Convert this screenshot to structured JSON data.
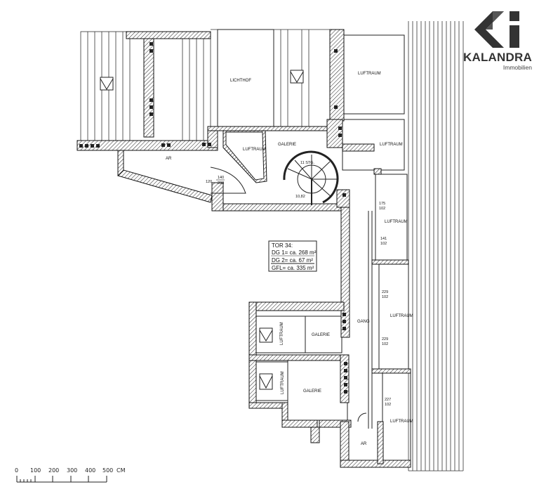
{
  "brand": {
    "name": "KALANDRA",
    "subtitle": "Immobilien",
    "color": "#333333"
  },
  "rooms": {
    "lichthof": "LICHTHOF",
    "luftraum_top": "LUFTRAUM",
    "ar_left": "AR",
    "luftraum_center": "LUFTRAUM",
    "galerie_top": "GALERIE",
    "luftraum_r1": "LUFTRAUM",
    "luftraum_r2": "LUFTRAUM",
    "luftraum_r3": "LUFTRAUM",
    "luftraum_r4": "LUFTRAUM",
    "gang": "GANG",
    "luftraum_l1": "LUFTRAUM",
    "galerie_mid": "GALERIE",
    "luftraum_l2": "LUFTRAUM",
    "galerie_low": "GALERIE",
    "ar_bottom": "AR"
  },
  "stair": {
    "label": "11 STG.",
    "level": "10,82"
  },
  "door_dims": {
    "width": "120",
    "opening": "140",
    "height": "200"
  },
  "window_dims": [
    {
      "w": "175",
      "h": "102"
    },
    {
      "w": "141",
      "h": "102"
    },
    {
      "w": "229",
      "h": "102"
    },
    {
      "w": "229",
      "h": "102"
    },
    {
      "w": "227",
      "h": "102"
    }
  ],
  "area_box": {
    "title": "TOR 34:",
    "rows": [
      "DG 1= ca. 268 m²",
      "DG 2=   ca. 67 m²",
      "GFL= ca. 335 m²"
    ]
  },
  "scale_bar": {
    "ticks": [
      "0",
      "100",
      "200",
      "300",
      "400",
      "500"
    ],
    "unit": "CM"
  }
}
